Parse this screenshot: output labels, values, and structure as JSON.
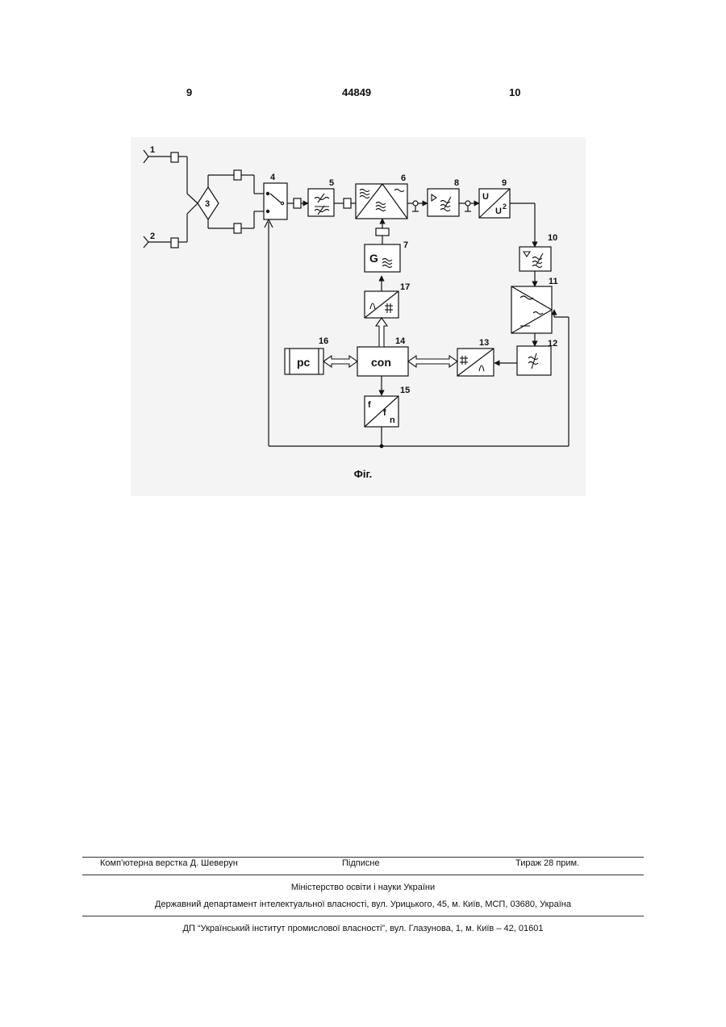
{
  "header": {
    "page_left": "9",
    "doc_number": "44849",
    "page_right": "10"
  },
  "figure": {
    "caption": "Фіг.",
    "terminals": [
      "1",
      "2"
    ],
    "block_numbers": [
      "3",
      "4",
      "5",
      "6",
      "7",
      "8",
      "9",
      "10",
      "11",
      "12",
      "13",
      "14",
      "15",
      "16",
      "17"
    ],
    "block_labels": {
      "pc": "pc",
      "con": "con",
      "g": "G",
      "u_top": "U",
      "u_bottom": "U",
      "u_exp": "2",
      "f_top": "f",
      "f_mid": "f",
      "f_n": "n"
    }
  },
  "footer": {
    "layout": "Комп’ютерна верстка Д. Шеверун",
    "signed": "Підписне",
    "print_run": "Тираж 28 прим.",
    "ministry": "Міністерство освіти і науки України",
    "department": "Державний департамент інтелектуальної власності, вул. Урицького, 45, м. Київ, МСП, 03680, Україна",
    "institute": "ДП “Український інститут промислової власності”, вул. Глазунова, 1, м. Київ – 42, 01601"
  }
}
